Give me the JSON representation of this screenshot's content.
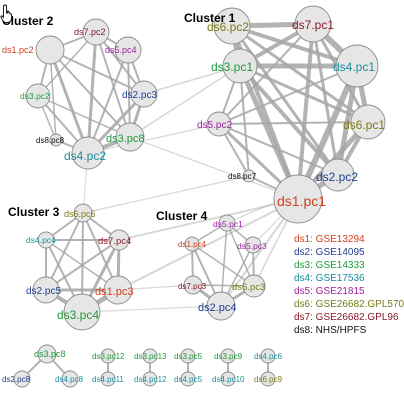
{
  "colors": {
    "ds1": "#d1401f",
    "ds2": "#1f3f8f",
    "ds3": "#1f9a3a",
    "ds4": "#1b8f9e",
    "ds5": "#9a1f9e",
    "ds6": "#7a7a18",
    "ds7": "#8a1a2a",
    "ds8": "#111111"
  },
  "clusters": [
    {
      "id": "c1",
      "title": "Cluster 1"
    },
    {
      "id": "c2",
      "title": "Cluster 2"
    },
    {
      "id": "c3",
      "title": "Cluster 3"
    },
    {
      "id": "c4",
      "title": "Cluster 4"
    }
  ],
  "nodes": [
    {
      "id": "c2_ds1pc2",
      "label": "ds1.pc2",
      "ds": "ds1"
    },
    {
      "id": "c2_ds7pc2",
      "label": "ds7.pc2",
      "ds": "ds7"
    },
    {
      "id": "c2_ds5pc4",
      "label": "ds5.pc4",
      "ds": "ds5"
    },
    {
      "id": "c2_ds3pc2",
      "label": "ds3.pc2",
      "ds": "ds3"
    },
    {
      "id": "c2_ds2pc3",
      "label": "ds2.pc3",
      "ds": "ds2"
    },
    {
      "id": "c2_ds8pc8",
      "label": "ds8.pc8",
      "ds": "ds8"
    },
    {
      "id": "c2_ds3pc8",
      "label": "ds3.pc8",
      "ds": "ds3"
    },
    {
      "id": "c2_ds4pc2",
      "label": "ds4.pc2",
      "ds": "ds4"
    },
    {
      "id": "c1_ds6pc2",
      "label": "ds6.pc2",
      "ds": "ds6"
    },
    {
      "id": "c1_ds7pc1",
      "label": "ds7.pc1",
      "ds": "ds7"
    },
    {
      "id": "c1_ds3pc1",
      "label": "ds3.pc1",
      "ds": "ds3"
    },
    {
      "id": "c1_ds4pc1",
      "label": "ds4.pc1",
      "ds": "ds4"
    },
    {
      "id": "c1_ds5pc2",
      "label": "ds5.pc2",
      "ds": "ds5"
    },
    {
      "id": "c1_ds6pc1",
      "label": "ds6.pc1",
      "ds": "ds6"
    },
    {
      "id": "c1_ds8pc7",
      "label": "ds8.pc7",
      "ds": "ds8"
    },
    {
      "id": "c1_ds2pc2",
      "label": "ds2.pc2",
      "ds": "ds2"
    },
    {
      "id": "c1_ds1pc1",
      "label": "ds1.pc1",
      "ds": "ds1"
    },
    {
      "id": "c3_ds6pc6",
      "label": "ds6.pc6",
      "ds": "ds6"
    },
    {
      "id": "c3_ds4pc4",
      "label": "ds4.pc4",
      "ds": "ds4"
    },
    {
      "id": "c3_ds7pc4",
      "label": "ds7.pc4",
      "ds": "ds7"
    },
    {
      "id": "c3_ds2pc5",
      "label": "ds2.pc5",
      "ds": "ds2"
    },
    {
      "id": "c3_ds1pc3",
      "label": "ds1.pc3",
      "ds": "ds1"
    },
    {
      "id": "c3_ds3pc4",
      "label": "ds3.pc4",
      "ds": "ds3"
    },
    {
      "id": "c4_ds5pc1",
      "label": "ds5.pc1",
      "ds": "ds5"
    },
    {
      "id": "c4_ds1pc4",
      "label": "ds1.pc4",
      "ds": "ds1"
    },
    {
      "id": "c4_ds5pc3",
      "label": "ds5.pc3",
      "ds": "ds5"
    },
    {
      "id": "c4_ds7pc3",
      "label": "ds7.pc3",
      "ds": "ds7"
    },
    {
      "id": "c4_ds6pc3",
      "label": "ds6.pc3",
      "ds": "ds6"
    },
    {
      "id": "c4_ds2pc4",
      "label": "ds2.pc4",
      "ds": "ds2"
    },
    {
      "id": "b_ds3pc8",
      "label": "ds3.pc8",
      "ds": "ds3"
    },
    {
      "id": "b_ds2pc8",
      "label": "ds2.pc8",
      "ds": "ds2"
    },
    {
      "id": "b_ds4pc8",
      "label": "ds4.pc8",
      "ds": "ds4"
    },
    {
      "id": "b_ds3pc12",
      "label": "ds3.pc12",
      "ds": "ds3"
    },
    {
      "id": "b_ds4pc11",
      "label": "ds4.pc11",
      "ds": "ds4"
    },
    {
      "id": "b_ds3pc13",
      "label": "ds3.pc13",
      "ds": "ds3"
    },
    {
      "id": "b_ds4pc12",
      "label": "ds4.pc12",
      "ds": "ds4"
    },
    {
      "id": "b_ds3pc5",
      "label": "ds3.pc5",
      "ds": "ds3"
    },
    {
      "id": "b_ds4pc5",
      "label": "ds4.pc5",
      "ds": "ds4"
    },
    {
      "id": "b_ds3pc9",
      "label": "ds3.pc9",
      "ds": "ds3"
    },
    {
      "id": "b_ds4pc10",
      "label": "ds4.pc10",
      "ds": "ds4"
    },
    {
      "id": "b_ds4pc6",
      "label": "ds4.pc6",
      "ds": "ds4"
    },
    {
      "id": "b_ds6pc9",
      "label": "ds6.pc9",
      "ds": "ds6"
    }
  ],
  "legend": [
    {
      "text": "ds1: GSE13294",
      "ds": "ds1"
    },
    {
      "text": "ds2: GSE14095",
      "ds": "ds2"
    },
    {
      "text": "ds3: GSE14333",
      "ds": "ds3"
    },
    {
      "text": "ds4: GSE17536",
      "ds": "ds4"
    },
    {
      "text": "ds5: GSE21815",
      "ds": "ds5"
    },
    {
      "text": "ds6: GSE26682.GPL570",
      "ds": "ds6"
    },
    {
      "text": "ds7: GSE26682.GPL96",
      "ds": "ds7"
    },
    {
      "text": "ds8: NHS/HPFS",
      "ds": "ds8"
    }
  ]
}
